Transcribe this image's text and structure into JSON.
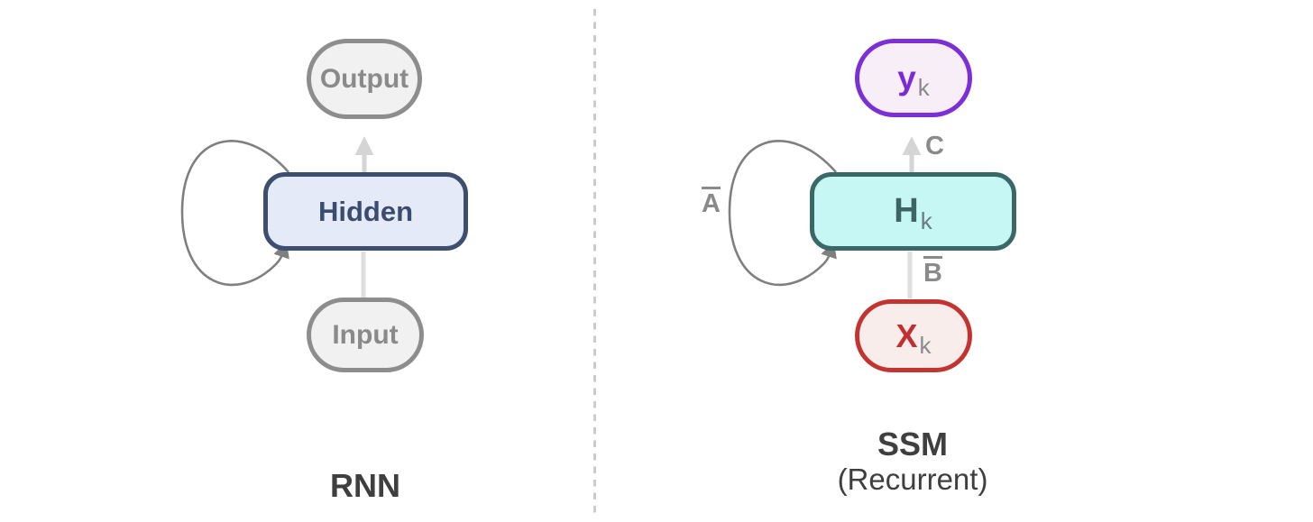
{
  "rnn": {
    "title": "RNN",
    "output_label": "Output",
    "hidden_label": "Hidden",
    "input_label": "Input"
  },
  "ssm": {
    "title": "SSM",
    "subtitle": "(Recurrent)",
    "y_main": "y",
    "y_sub": "k",
    "h_main": "H",
    "h_sub": "k",
    "x_main": "X",
    "x_sub": "k",
    "label_a": "A",
    "label_b": "B",
    "label_c": "C"
  },
  "colors": {
    "gray_node_border": "#8d8d8d",
    "gray_node_fill": "#f1f1f1",
    "gray_node_text": "#8a8a8a",
    "hidden_border": "#3e4e6f",
    "hidden_fill": "#e5eaf8",
    "hidden_text": "#3c4c6e",
    "hk_border": "#3a6868",
    "hk_fill": "#c6f7f5",
    "hk_text": "#3d6464",
    "yk_border": "#7c2fd4",
    "yk_fill": "#f7eef8",
    "yk_text": "#7c2ad6",
    "xk_border": "#c33431",
    "xk_fill": "#f8edeb",
    "xk_text": "#c22f2f",
    "loop_stroke": "#7f7f7f",
    "light_arrow": "#d5d5d5",
    "matrix_label_text": "#8a8a8a",
    "caption_text": "#3f3f3f",
    "divider": "#cbcbcb"
  }
}
